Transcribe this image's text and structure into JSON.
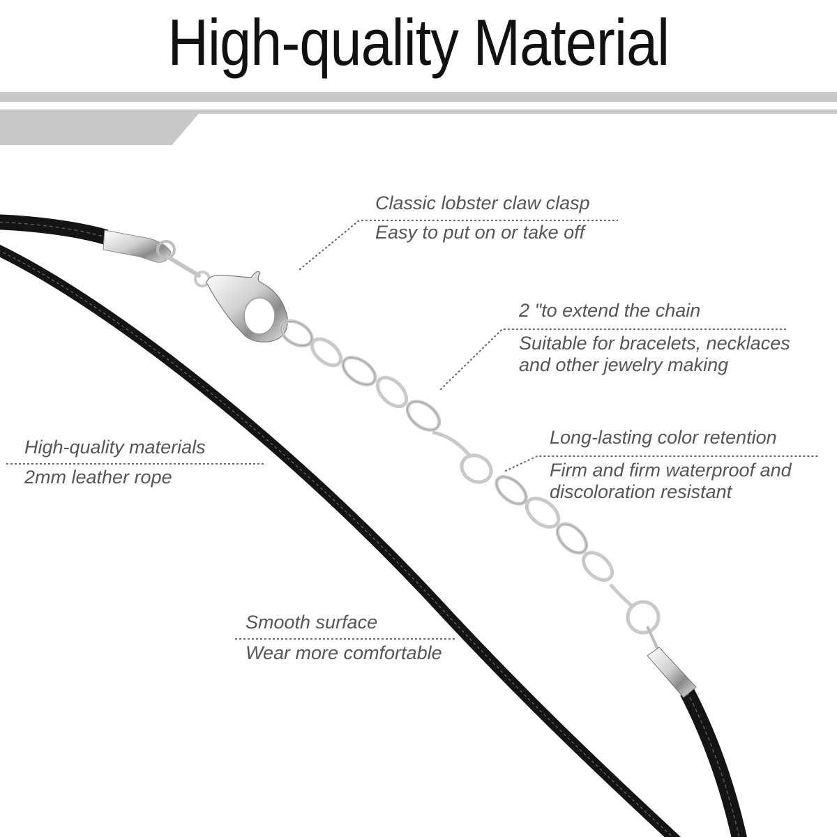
{
  "header": {
    "title": "High-quality Material"
  },
  "colors": {
    "title": "#111111",
    "callout_text": "#555555",
    "banner_gray": "#c8c8c8",
    "cord": "#141414",
    "metal": "#d9d9d9"
  },
  "product_image": {
    "description": "Black waxed leather cord necklace with silver lobster claw clasp and extension chain"
  },
  "callouts": [
    {
      "id": "clasp",
      "heading": "Classic lobster claw clasp",
      "detail_lines": [
        "Easy to put on or take off"
      ]
    },
    {
      "id": "extender",
      "heading": "2 \"to extend the chain",
      "detail_lines": [
        "Suitable for bracelets, necklaces",
        "and other jewelry making"
      ]
    },
    {
      "id": "color",
      "heading": "Long-lasting color retention",
      "detail_lines": [
        "Firm and firm waterproof and",
        "discoloration resistant"
      ]
    },
    {
      "id": "material",
      "heading": "High-quality materials",
      "detail_lines": [
        "2mm leather rope"
      ]
    },
    {
      "id": "surface",
      "heading": "Smooth surface",
      "detail_lines": [
        "Wear more comfortable"
      ]
    }
  ]
}
